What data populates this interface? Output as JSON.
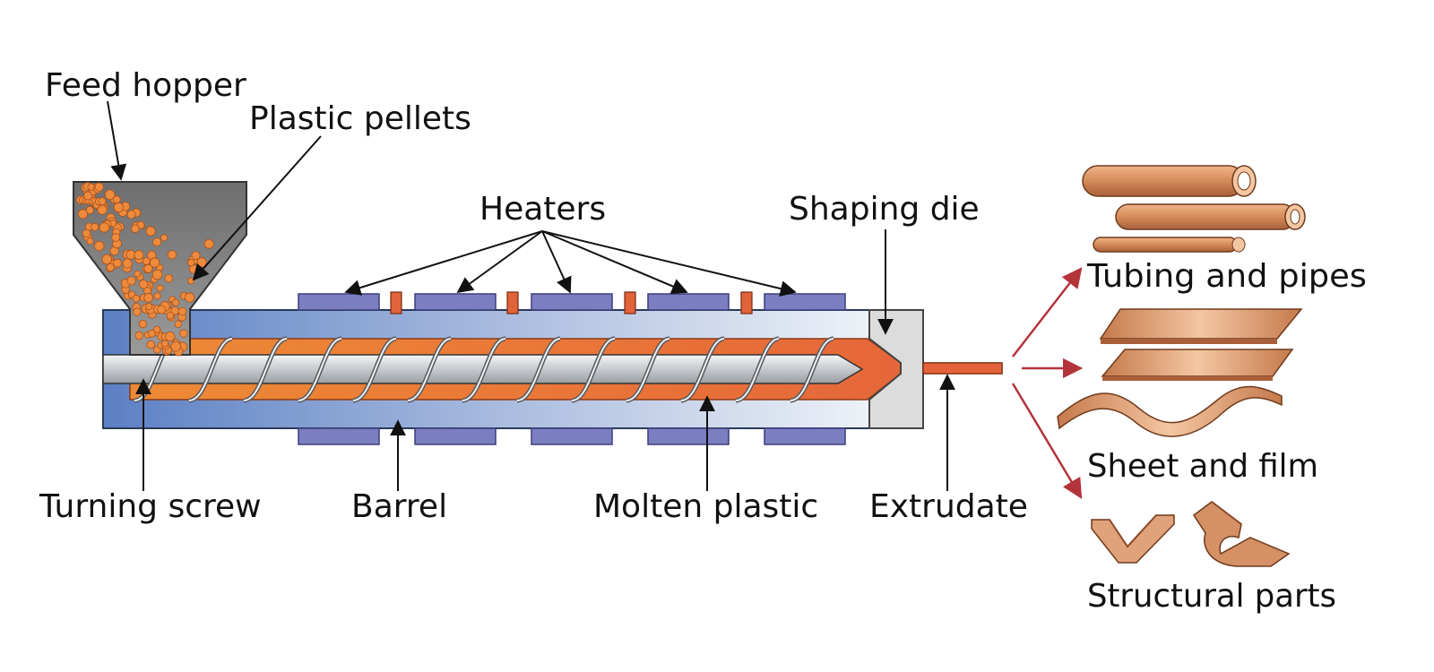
{
  "labels": {
    "feed_hopper": "Feed hopper",
    "plastic_pellets": "Plastic pellets",
    "heaters": "Heaters",
    "shaping_die": "Shaping die",
    "turning_screw": "Turning screw",
    "barrel": "Barrel",
    "molten_plastic": "Molten plastic",
    "extrudate": "Extrudate"
  },
  "products": [
    {
      "label": "Tubing and pipes"
    },
    {
      "label": "Sheet and film"
    },
    {
      "label": "Structural parts"
    }
  ],
  "colors": {
    "barrel": "#6f8fcb",
    "barrel_light": "#e3eaf5",
    "heater": "#7b7fc2",
    "heater_tab": "#e0633a",
    "molten": "#e9782e",
    "pellet": "#ee8a3c",
    "hopper": "#7a7a7a",
    "screw": "#cfd2d6",
    "die": "#dcdcdc",
    "product": "#d08a5c",
    "arrow_red": "#b3343a",
    "ink": "#111111"
  }
}
